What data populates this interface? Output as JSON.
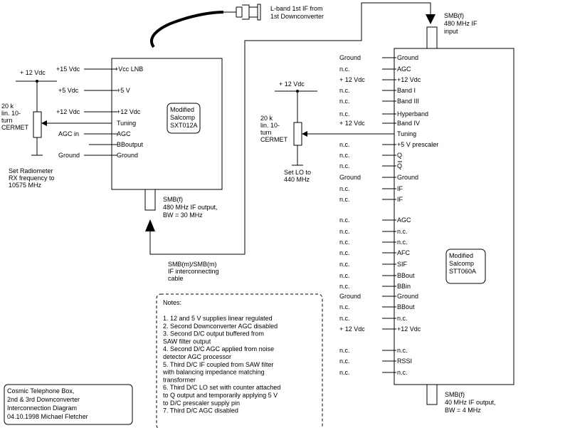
{
  "top_input": {
    "label_1": "L-band 1st IF from",
    "label_2": "1st Downconverter"
  },
  "left_pot": {
    "supply": "+ 12 Vdc",
    "spec": [
      "20 k",
      "lin. 10-",
      "turn",
      "CERMET"
    ],
    "note": [
      "Set Radiometer",
      "RX frequency to",
      "10575 MHz"
    ]
  },
  "unit1": {
    "name": [
      "Modified",
      "Salcomp",
      "SXT012A"
    ],
    "ext_labels": [
      "+15 Vdc",
      "+5 Vdc",
      "+12 Vdc",
      "AGC in",
      "Ground"
    ],
    "pins": [
      "+Vcc LNB",
      "+5 V",
      "+12 Vdc",
      "Tuning",
      "AGC",
      "BBoutput",
      "Ground"
    ],
    "output": [
      "SMB(f)",
      "480 MHz IF output,",
      "BW = 30 MHz"
    ]
  },
  "cable": [
    "SMB(m)/SMB(m)",
    "IF interconnecting",
    "cable"
  ],
  "mid_pot": {
    "supply": "+ 12 Vdc",
    "spec": [
      "20 k",
      "lin. 10-",
      "turn",
      "CERMET"
    ],
    "note": [
      "Set LO to",
      "440 MHz"
    ]
  },
  "unit2": {
    "input": [
      "SMB(f)",
      "480 MHz IF",
      "input"
    ],
    "name": [
      "Modified",
      "Salcomp",
      "STT060A"
    ],
    "pins": [
      "Ground",
      "AGC",
      "+12 Vdc",
      "Band I",
      "Band III",
      "Hyperband",
      "Band IV",
      "Tuning",
      "+5 V prescaler",
      "Q",
      "Q",
      "Ground",
      "IF",
      "IF",
      "AGC",
      "n.c.",
      "n.c.",
      "AFC",
      "SIF",
      "BBout",
      "BBin",
      "Ground",
      "BBout",
      "n.c.",
      "+12 Vdc",
      "n.c.",
      "RSSI",
      "n.c."
    ],
    "ext": [
      "Ground",
      "n.c.",
      "+ 12 Vdc",
      "n.c.",
      "n.c.",
      "n.c.",
      "+ 12 Vdc",
      "",
      "n.c.",
      "n.c.",
      "n.c.",
      "Ground",
      "n.c.",
      "n.c.",
      "n.c.",
      "n.c.",
      "n.c.",
      "n.c.",
      "n.c.",
      "n.c.",
      "n.c.",
      "Ground",
      "n.c.",
      "n.c.",
      "+ 12 Vdc",
      "n.c.",
      "n.c.",
      "n.c."
    ],
    "output": [
      "SMB(f)",
      "40 MHz IF output,",
      "BW = 4 MHz"
    ]
  },
  "notes": {
    "title": "Notes:",
    "lines": [
      "1. 12 and 5 V supplies linear regulated",
      "2. Second Downconverter AGC disabled",
      "3. Second D/C output buffered from",
      "    SAW filter output",
      "4. Second D/C AGC applied from noise",
      "    detector AGC processor",
      "5. Third D/C IF coupled from SAW filter",
      "    with balancing impedance matching",
      "    transformer",
      "6. Third D/C LO set with counter attached",
      "    to Q output and temporarily applying 5 V",
      "    to D/C prescaler supply pin",
      "7. Third D/C AGC disabled"
    ]
  },
  "title_block": {
    "lines": [
      "Cosmic Telephone Box,",
      "2nd & 3rd Downconverter",
      "Interconnection Diagram",
      "04.10.1998 Michael Fletcher"
    ]
  }
}
